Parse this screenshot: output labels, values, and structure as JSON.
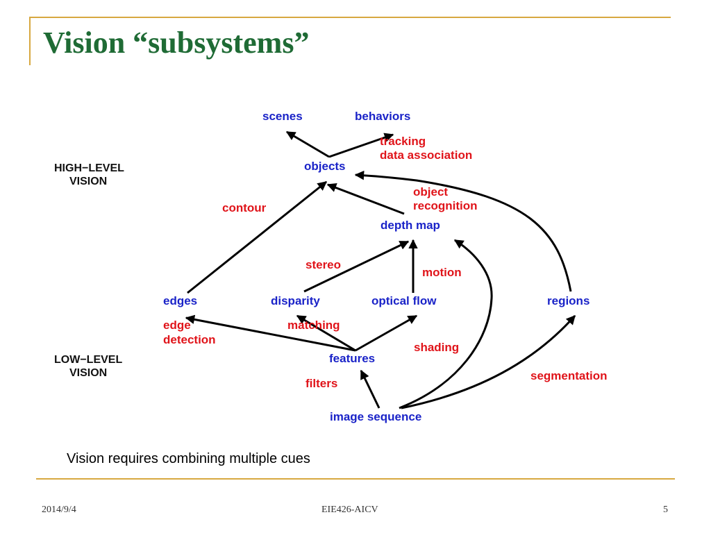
{
  "slide": {
    "title": "Vision “subsystems”",
    "caption": "Vision requires combining multiple cues",
    "footer": {
      "date": "2014/9/4",
      "course": "EIE426-AICV",
      "page": "5"
    }
  },
  "diagram": {
    "levels": {
      "high": [
        "HIGH−LEVEL",
        "VISION"
      ],
      "low": [
        "LOW−LEVEL",
        "VISION"
      ]
    },
    "nodes": {
      "scenes": "scenes",
      "behaviors": "behaviors",
      "objects": "objects",
      "depth_map": "depth map",
      "edges": "edges",
      "disparity": "disparity",
      "optical_flow": "optical flow",
      "regions": "regions",
      "features": "features",
      "image_sequence": "image sequence"
    },
    "processes": {
      "tracking": [
        "tracking",
        "data association"
      ],
      "object_recognition": [
        "object",
        "recognition"
      ],
      "contour": "contour",
      "stereo": "stereo",
      "motion": "motion",
      "matching": "matching",
      "edge_detection": [
        "edge",
        "detection"
      ],
      "shading": "shading",
      "filters": "filters",
      "segmentation": "segmentation"
    },
    "colors": {
      "node": "#1a23c8",
      "process": "#e0141a",
      "level": "#111111",
      "title": "#1f6b35",
      "rule": "#d7a840"
    }
  }
}
